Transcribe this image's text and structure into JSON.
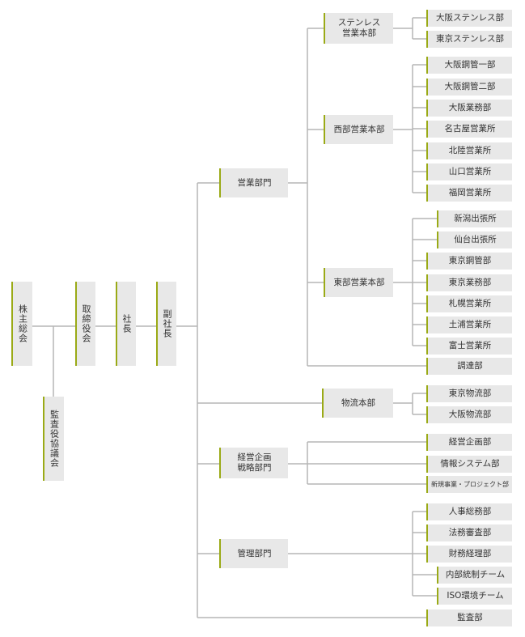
{
  "nodes": {
    "shareholders": "株主総会",
    "auditors_board": "監査役協議会",
    "directors": "取締役会",
    "president": "社長",
    "vice_president": "副社長",
    "sales_div": "営業部門",
    "strategy_div_1": "経営企画",
    "strategy_div_2": "戦略部門",
    "admin_div": "管理部門",
    "stainless_hq_1": "ステンレス",
    "stainless_hq_2": "営業本部",
    "west_hq": "西部営業本部",
    "east_hq": "東部営業本部",
    "logistics_hq": "物流本部",
    "osaka_stainless": "大阪ステンレス部",
    "tokyo_stainless": "東京ステンレス部",
    "osaka_steel1": "大阪鋼管一部",
    "osaka_steel2": "大阪鋼管二部",
    "osaka_biz": "大阪業務部",
    "nagoya": "名古屋営業所",
    "hokuriku": "北陸営業所",
    "yamaguchi": "山口営業所",
    "fukuoka": "福岡営業所",
    "niigata": "新潟出張所",
    "sendai": "仙台出張所",
    "tokyo_steel": "東京鋼管部",
    "tokyo_biz": "東京業務部",
    "sapporo": "札幌営業所",
    "tsuchiura": "土浦営業所",
    "fuji": "富士営業所",
    "procurement": "調達部",
    "tokyo_logistics": "東京物流部",
    "osaka_logistics": "大阪物流部",
    "planning": "経営企画部",
    "it": "情報システム部",
    "new_business": "新規事業・プロジェクト部",
    "hr": "人事総務部",
    "legal": "法務審査部",
    "finance": "財務経理部",
    "internal_control": "内部統制チーム",
    "iso": "ISO環境チーム",
    "audit": "監査部"
  }
}
